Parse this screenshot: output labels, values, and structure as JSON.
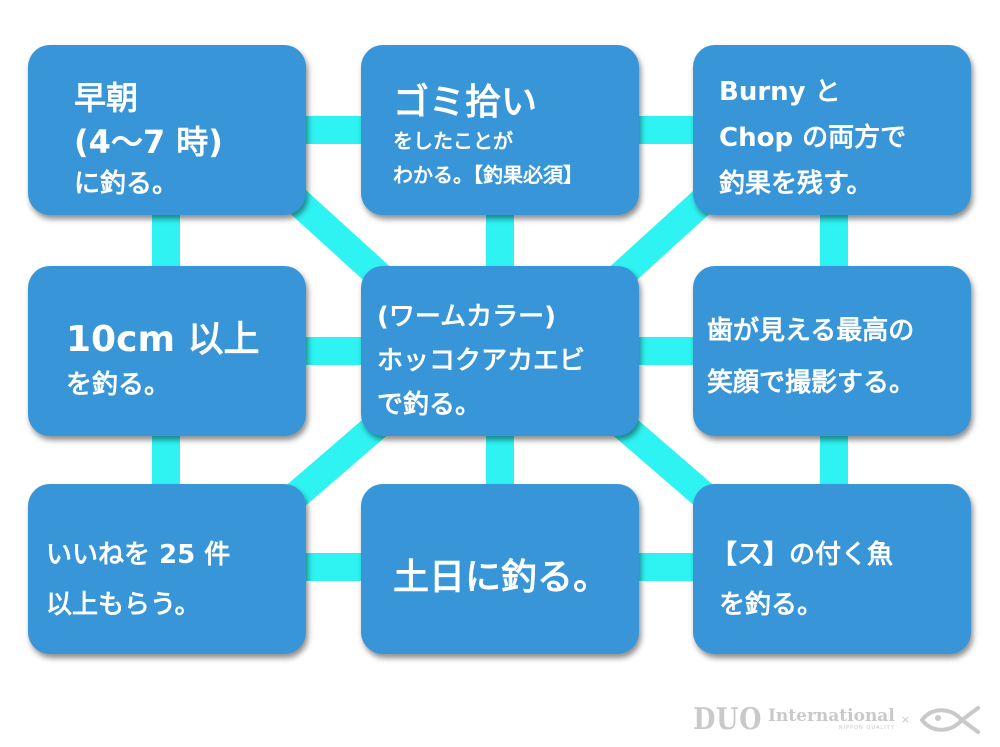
{
  "cards": [
    {
      "id": "early-morning",
      "lines": [
        "早朝",
        "(4〜7 時)",
        "に釣る。"
      ]
    },
    {
      "id": "litter-pickup",
      "lines": [
        "ゴミ拾い",
        "をしたことが",
        "わかる。【釣果必須】"
      ]
    },
    {
      "id": "burny-chop",
      "lines": [
        "Burny と",
        "Chop の両方で",
        "釣果を残す。"
      ]
    },
    {
      "id": "over-10cm",
      "lines": [
        "10cm 以上",
        "を釣る。"
      ]
    },
    {
      "id": "worm-color",
      "lines": [
        "(ワームカラー)",
        "ホッコクアカエビ",
        "で釣る。"
      ]
    },
    {
      "id": "teeth-smile",
      "lines": [
        "歯が見える最高の",
        "笑顔で撮影する。"
      ]
    },
    {
      "id": "likes-25",
      "lines": [
        "いいねを 25 件",
        "以上もらう。"
      ]
    },
    {
      "id": "weekend",
      "lines": [
        "土日に釣る。"
      ]
    },
    {
      "id": "su-fish",
      "lines": [
        "【ス】の付く魚",
        "を釣る。"
      ]
    }
  ],
  "logo": {
    "brand": "DUO",
    "wordmark": "International",
    "tagline": "NIPPON QUALITY",
    "separator": "×",
    "partner_icon": "fish-icon"
  },
  "colors": {
    "card": "#3895d8",
    "connector": "#2ff3f3",
    "logo": "#c9c9c9"
  }
}
